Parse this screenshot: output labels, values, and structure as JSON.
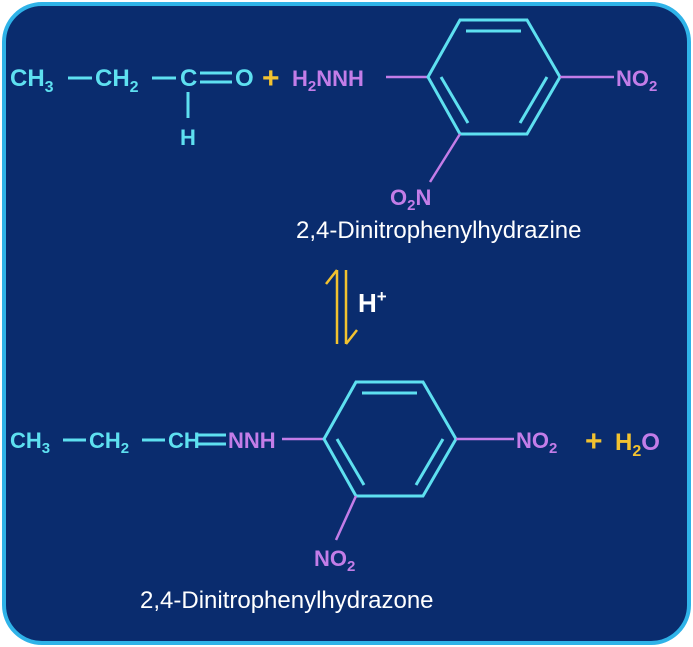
{
  "colors": {
    "background": "#0a2c6e",
    "border": "#2fb3e8",
    "cyan": "#5ee0f0",
    "violet": "#c37de8",
    "yellow": "#f2c230",
    "white": "#ffffff"
  },
  "reactant": {
    "ch3": "CH",
    "ch3_sub": "3",
    "ch2": "CH",
    "ch2_sub": "2",
    "c": "C",
    "o": "O",
    "h": "H",
    "plus": "+",
    "hydrazine_h": "H",
    "hydrazine_sub": "2",
    "hydrazine_rest": "NNH",
    "no2_right": "NO",
    "no2_right_sub": "2",
    "o2n_o": "O",
    "o2n_sub": "2",
    "o2n_n": "N",
    "name": "2,4-Dinitrophenylhydrazine"
  },
  "equilibrium": {
    "catalyst": "H",
    "catalyst_sup": "+"
  },
  "product": {
    "ch3": "CH",
    "ch3_sub": "3",
    "ch2": "CH",
    "ch2_sub": "2",
    "ch": "CH",
    "nnh": "NNH",
    "no2_right": "NO",
    "no2_right_sub": "2",
    "plus": "+",
    "water_h": "H",
    "water_sub": "2",
    "water_o": "O",
    "no2_bottom": "NO",
    "no2_bottom_sub": "2",
    "name": "2,4-Dinitrophenylhydrazone"
  }
}
